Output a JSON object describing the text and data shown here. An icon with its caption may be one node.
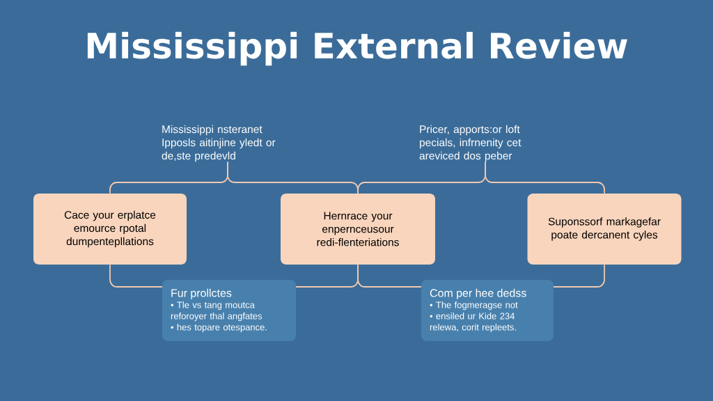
{
  "diagram": {
    "title": "Mississippi External Review",
    "nodes": [
      {
        "text": [
          "Mississippi nsteranet Ipposls aitinjine yledt or de,ste predevld"
        ]
      },
      {
        "text": [
          "Pricer, apports:or loft pecials, infrnenity cet areviced dos peber"
        ]
      },
      {
        "text": [
          "Cace your erplatce emource rpotal dumpentepllations"
        ]
      },
      {
        "text": [
          "Hernrace your enpernceusour redi-flenteriations"
        ]
      },
      {
        "text": [
          "Suponssorf markagefar poate dercanent cyles"
        ]
      },
      {
        "text": [
          "Fur prollctes",
          "• Tle vs tang moutca reforoyer thal angfates",
          "• hes topare otespance."
        ]
      },
      {
        "text": [
          "Com per hee dedss",
          "• The fogmeragse not",
          "• ensiled ur Kide 234 relewa, corit repleets."
        ]
      }
    ],
    "edges": [
      {
        "from": 0,
        "to": 2,
        "arrow": "none"
      },
      {
        "from": 0,
        "to": 3,
        "arrow": "none"
      },
      {
        "from": 1,
        "to": 3,
        "arrow": "none"
      },
      {
        "from": 1,
        "to": 4,
        "arrow": "none"
      },
      {
        "from": 2,
        "to": 5,
        "arrow": "none"
      },
      {
        "from": 3,
        "to": 5,
        "arrow": "none"
      },
      {
        "from": 3,
        "to": 6,
        "arrow": "none"
      },
      {
        "from": 4,
        "to": 6,
        "arrow": "none"
      }
    ]
  }
}
